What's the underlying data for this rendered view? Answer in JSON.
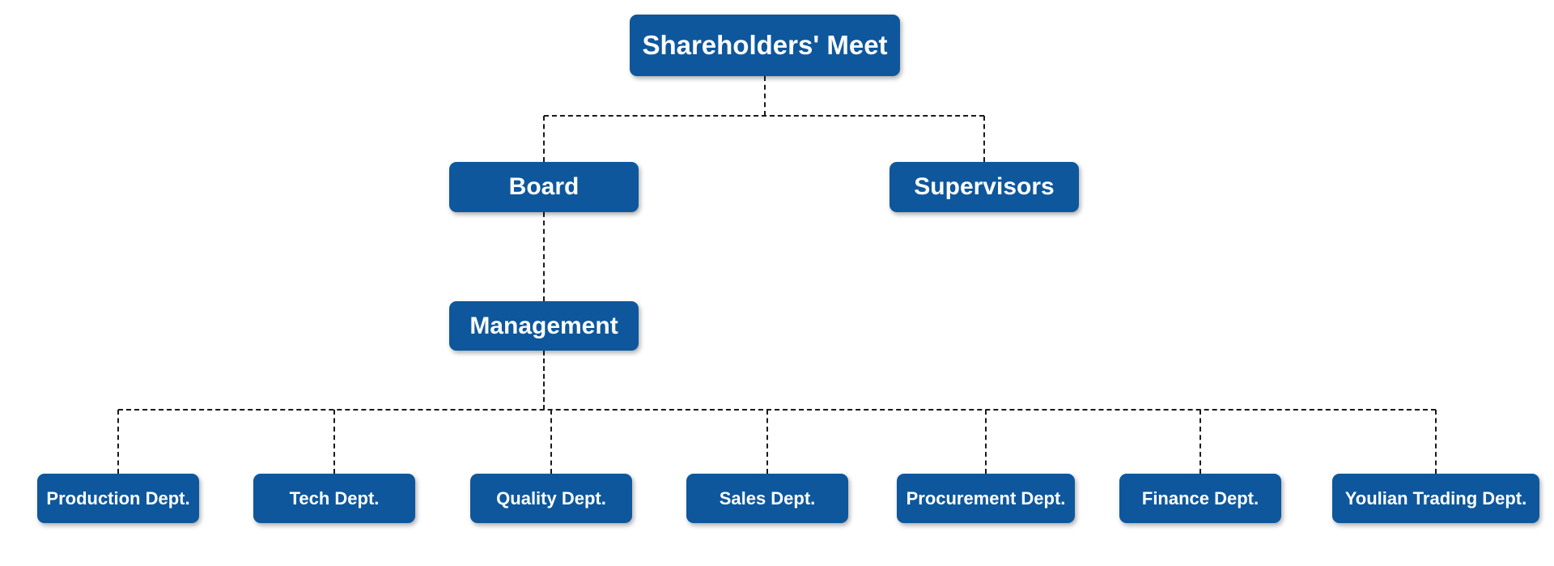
{
  "diagram": {
    "type": "org-chart",
    "colors": {
      "node": "#0E579C",
      "text": "#FFFFFF",
      "line": "#1A1A1A",
      "bg": "#FFFFFF"
    },
    "nodes": {
      "root": "Shareholders' Meet",
      "board": "Board",
      "supervisors": "Supervisors",
      "management": "Management",
      "departments": [
        "Production Dept.",
        "Tech Dept.",
        "Quality Dept.",
        "Sales Dept.",
        "Procurement Dept.",
        "Finance Dept.",
        "Youlian Trading Dept."
      ]
    },
    "edges": [
      [
        "Shareholders' Meet",
        "Board"
      ],
      [
        "Shareholders' Meet",
        "Supervisors"
      ],
      [
        "Board",
        "Management"
      ],
      [
        "Management",
        "Production Dept."
      ],
      [
        "Management",
        "Tech Dept."
      ],
      [
        "Management",
        "Quality Dept."
      ],
      [
        "Management",
        "Sales Dept."
      ],
      [
        "Management",
        "Procurement Dept."
      ],
      [
        "Management",
        "Finance Dept."
      ],
      [
        "Management",
        "Youlian Trading Dept."
      ]
    ]
  }
}
